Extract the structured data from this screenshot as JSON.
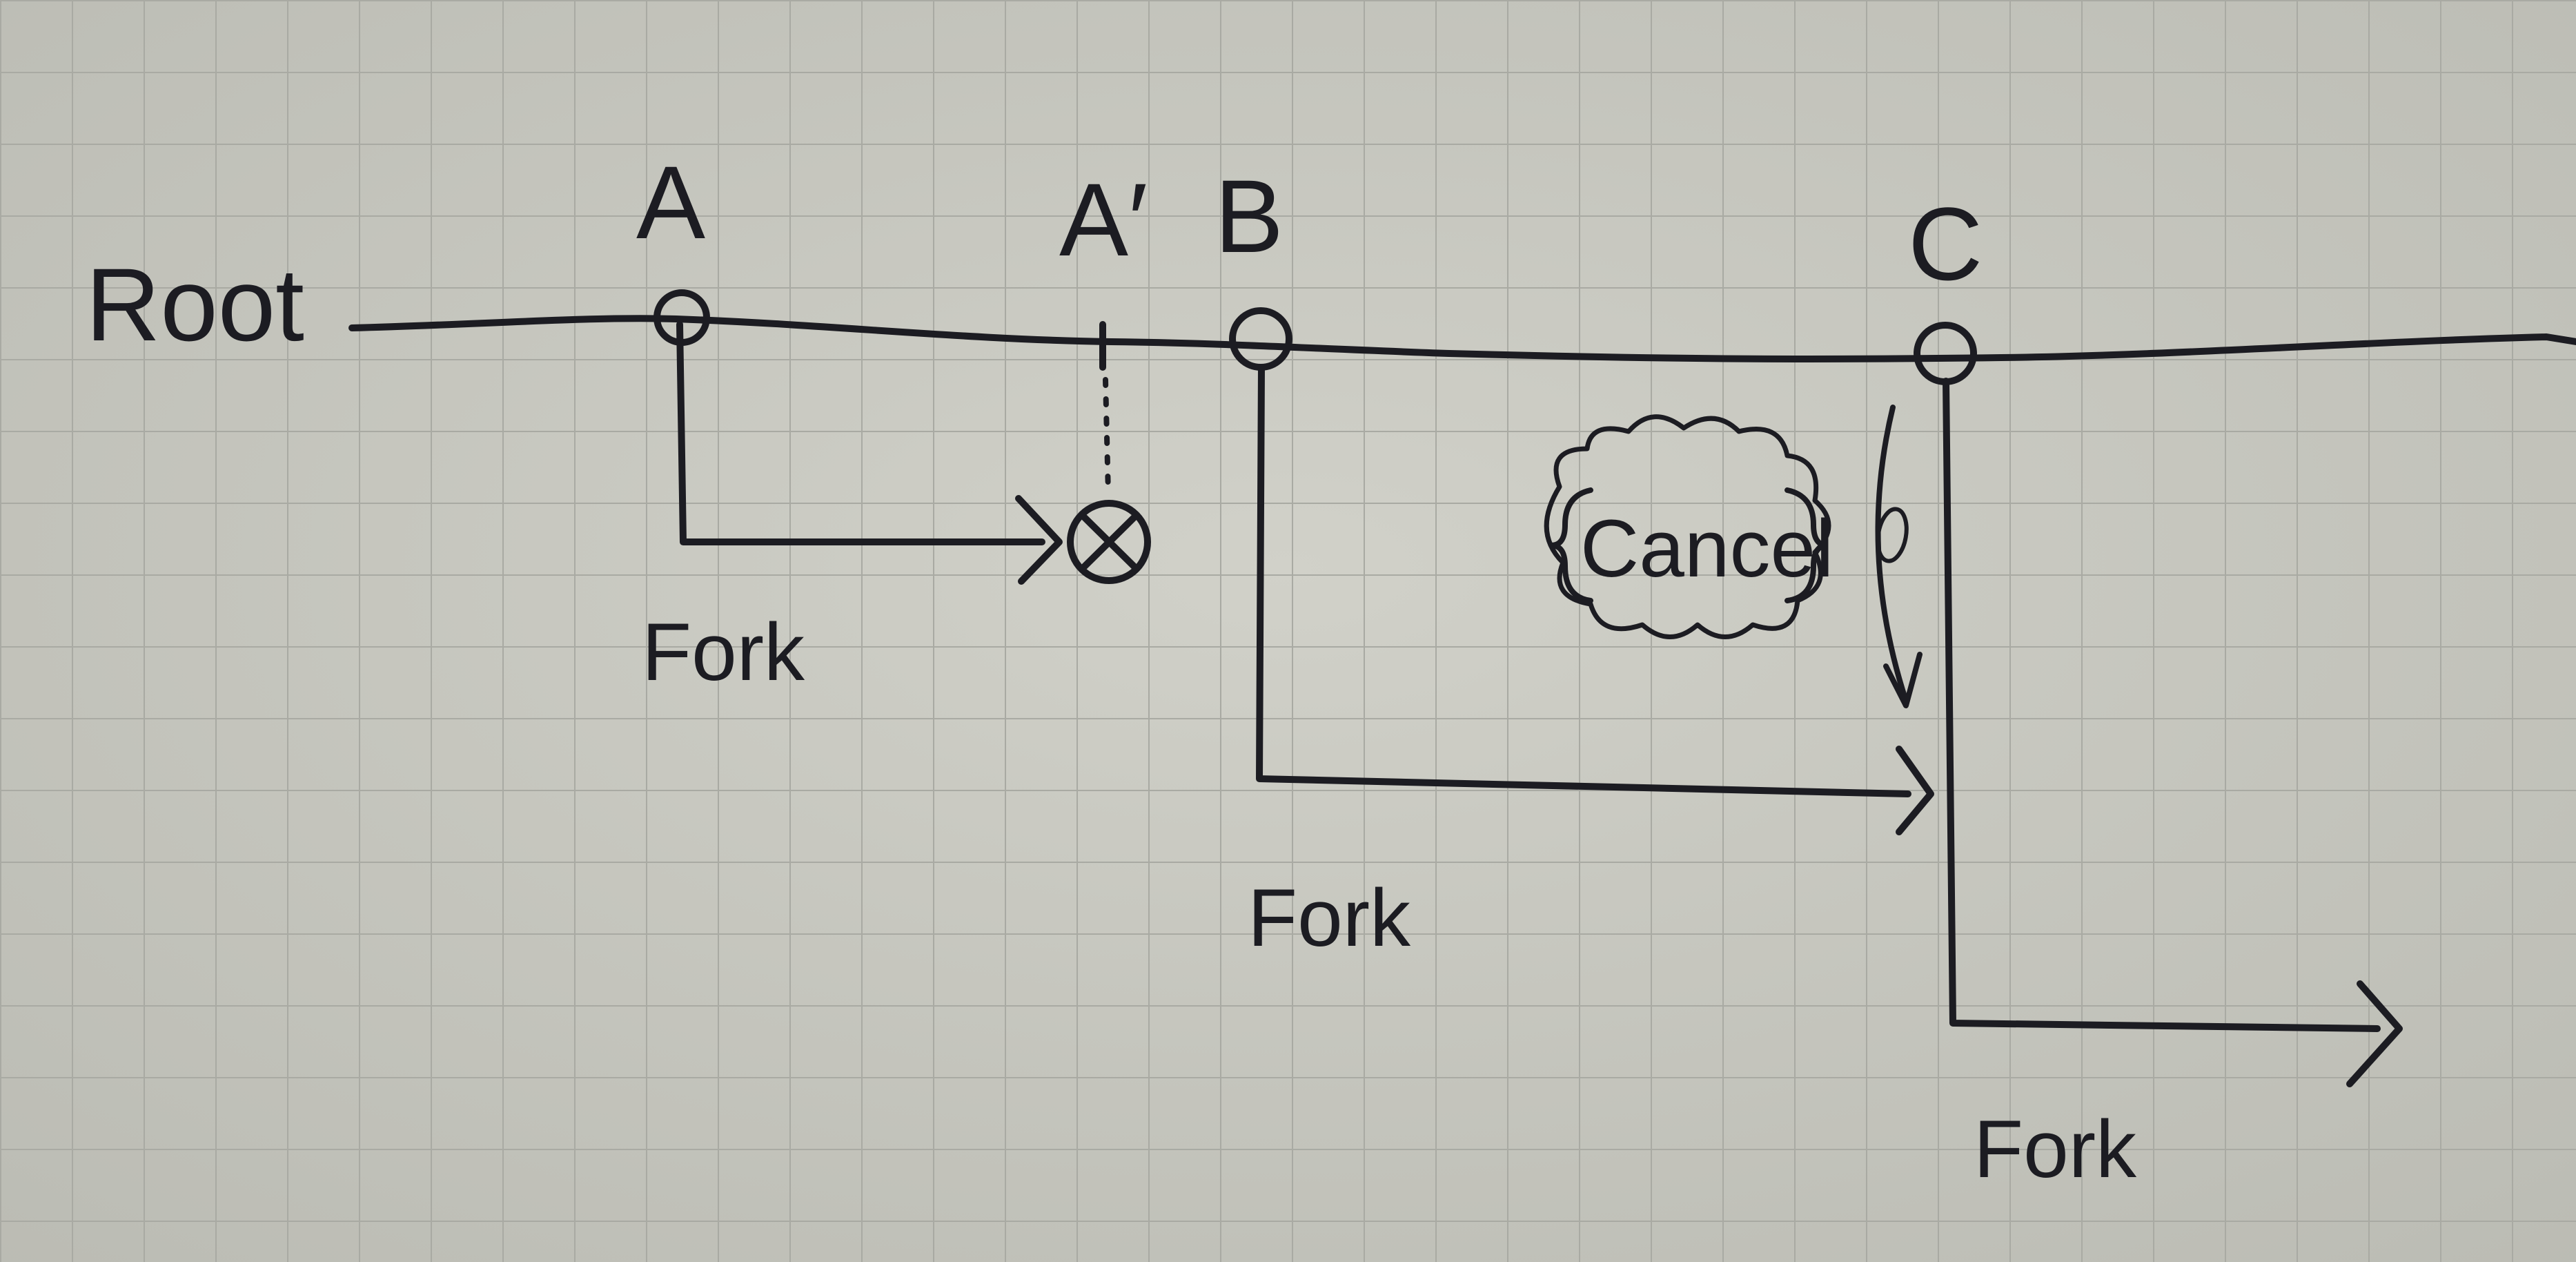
{
  "diagram": {
    "line_label": "Root",
    "nodes": {
      "a": "A",
      "a_prime": "A′",
      "b": "B",
      "c": "C"
    },
    "fork_labels": {
      "a": "Fork",
      "b": "Fork",
      "c": "Fork"
    },
    "cancel_label": "Cancel",
    "colors": {
      "paper": "#c9c9c1",
      "grid": "#a9aaa3",
      "ink": "#1c1c22"
    }
  }
}
